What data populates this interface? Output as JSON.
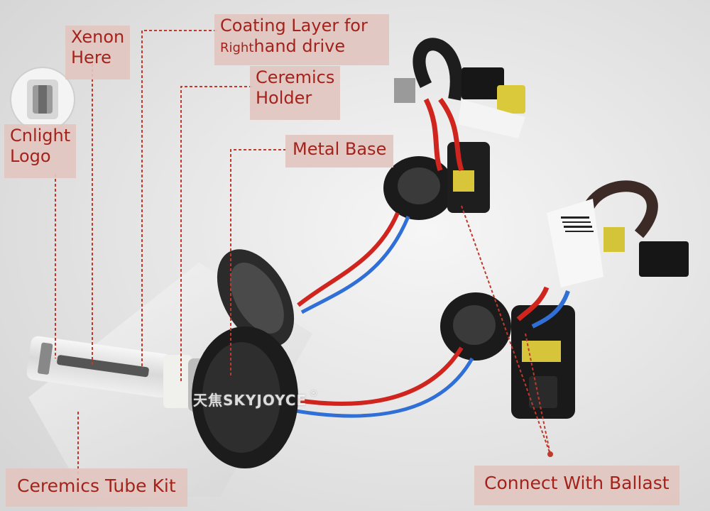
{
  "callouts": {
    "xenon": [
      "Xenon",
      "Here"
    ],
    "coating": {
      "line1": "Coating Layer for",
      "line2_small": "Right",
      "line2": "hand drive"
    },
    "ceramics_holder": [
      "Ceremics",
      "Holder"
    ],
    "cnlight": [
      "Cnlight",
      "Logo"
    ],
    "metal_base": "Metal Base",
    "tube_kit": "Ceremics Tube Kit",
    "ballast": "Connect With Ballast"
  },
  "watermark": {
    "text": "天焦SKYJOYCE",
    "mark": "®"
  },
  "colors": {
    "callout_bg": "#e2c6c0",
    "callout_text": "#a3231c",
    "leader": "#c0392b"
  }
}
